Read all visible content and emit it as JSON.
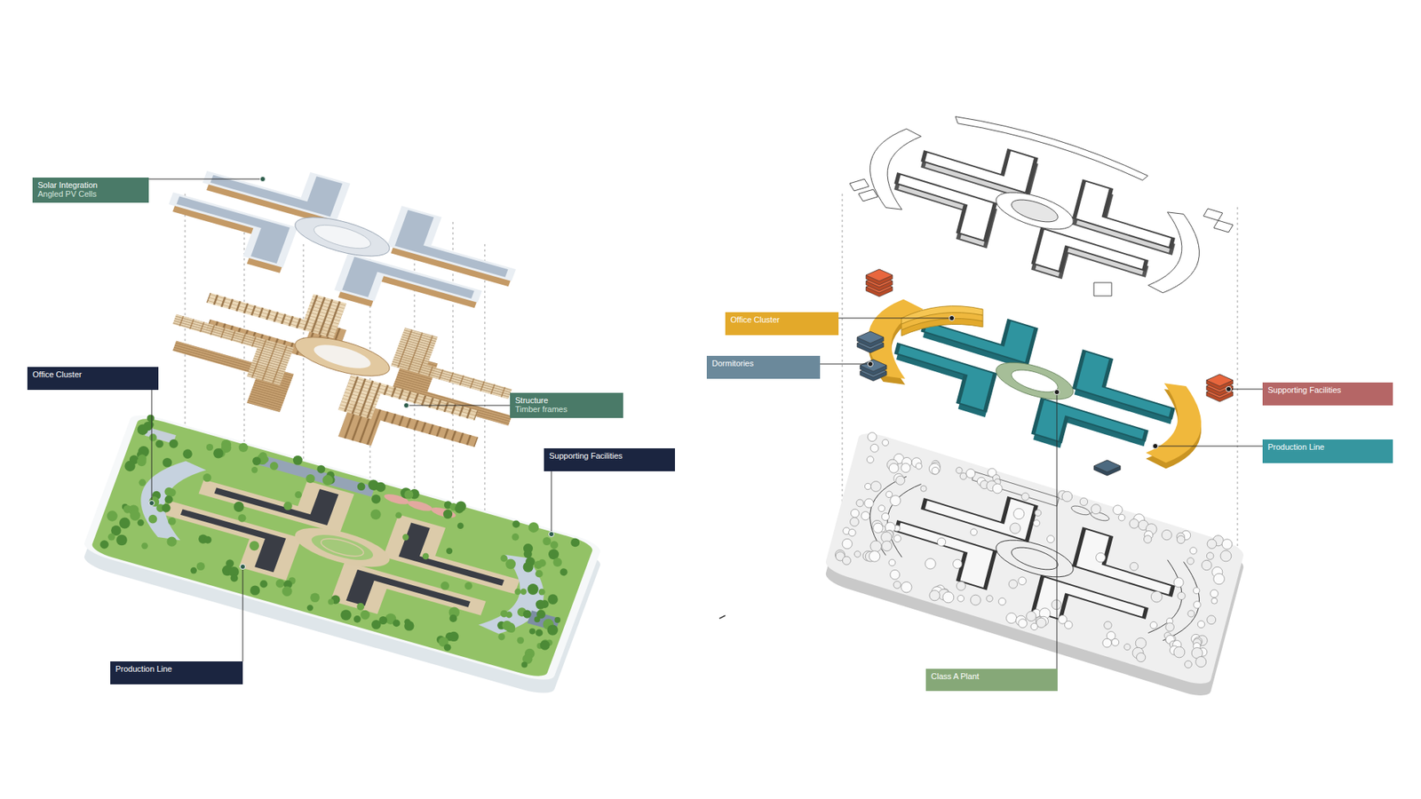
{
  "diagram": {
    "nodes": [
      {
        "text": [
          "Solar Integration",
          "Angled PV Cells"
        ]
      },
      {
        "text": [
          "Office Cluster"
        ]
      },
      {
        "text": [
          "Structure",
          "Timber frames"
        ]
      },
      {
        "text": [
          "Supporting Facilities"
        ]
      },
      {
        "text": [
          "Production Line"
        ]
      },
      {
        "text": [
          "Office Cluster"
        ]
      },
      {
        "text": [
          "Dormitories"
        ]
      },
      {
        "text": [
          "Supporting Facilities"
        ]
      },
      {
        "text": [
          "Production Line"
        ]
      },
      {
        "text": [
          "Class A Plant"
        ]
      }
    ]
  }
}
